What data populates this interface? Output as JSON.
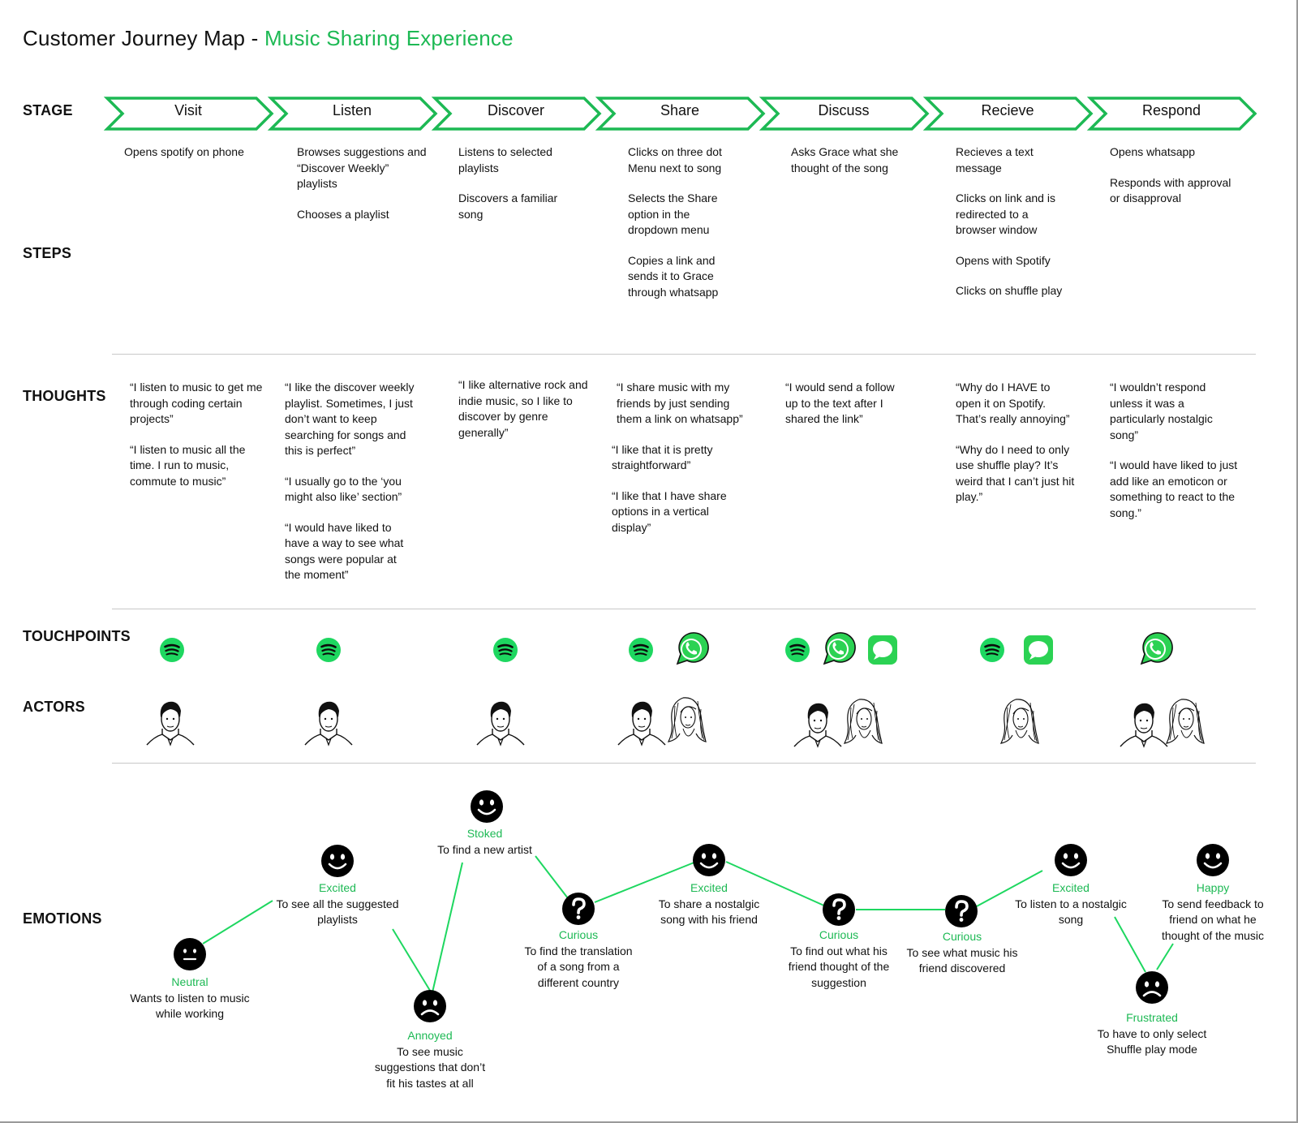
{
  "title": {
    "prefix": "Customer Journey Map - ",
    "highlight": "Music Sharing Experience"
  },
  "colors": {
    "accent": "#1db954",
    "text": "#111111",
    "divider": "#c8c8c8"
  },
  "row_labels": {
    "stage": "STAGE",
    "steps": "STEPS",
    "thoughts": "THOUGHTS",
    "touchpoints": "TOUCHPOINTS",
    "actors": "ACTORS",
    "emotions": "EMOTIONS"
  },
  "stages": [
    "Visit",
    "Listen",
    "Discover",
    "Share",
    "Discuss",
    "Recieve",
    "Respond"
  ],
  "steps": {
    "visit": [
      "Opens spotify on phone"
    ],
    "listen": [
      "Browses suggestions and “Discover Weekly” playlists",
      "Chooses a playlist"
    ],
    "discover": [
      "Listens to selected playlists",
      "Discovers a familiar song"
    ],
    "share": [
      "Clicks on three dot Menu next to song",
      "Selects the Share option in the dropdown menu",
      "Copies a link and sends it to Grace through whatsapp"
    ],
    "discuss": [
      "Asks Grace what she thought of the song"
    ],
    "recieve": [
      "Recieves a text message",
      "Clicks on link and is redirected to a browser window",
      "Opens with Spotify",
      "Clicks on shuffle play"
    ],
    "respond": [
      "Opens whatsapp",
      "Responds with approval or disapproval"
    ]
  },
  "thoughts": {
    "visit": [
      "“I  listen to music to get me through coding certain projects”",
      "“I  listen to music all the time. I run to music, commute to music”"
    ],
    "listen": [
      "“I like the discover weekly playlist. Sometimes, I just don’t want to keep searching for songs and this is perfect”",
      "“I usually go to the ‘you might also like’ section”",
      "“I would have liked to have a way to see what songs were popular at the moment”"
    ],
    "discover": [
      "“I like alternative rock and indie music, so I like to discover by genre generally”"
    ],
    "share": [
      "“I share music with my friends by just sending them a link on whatsapp”",
      "“I like that it is pretty straightforward”",
      "“I like that I have share options in a vertical display”"
    ],
    "discuss": [
      "“I would send a follow up to the text after I shared the link”"
    ],
    "recieve": [
      "“Why do I HAVE to open it on Spotify. That’s really annoying”",
      "“Why do I need to only use shuffle play? It’s weird that I can’t just hit play.”"
    ],
    "respond": [
      "“I wouldn’t respond unless it was a particularly nostalgic song”",
      "“I would have liked to just add like an emoticon or something to react to the song.”"
    ]
  },
  "touchpoints": {
    "visit": [
      "spotify-icon"
    ],
    "listen": [
      "spotify-icon"
    ],
    "discover": [
      "spotify-icon"
    ],
    "share": [
      "spotify-icon",
      "whatsapp-icon"
    ],
    "discuss": [
      "spotify-icon",
      "whatsapp-icon",
      "messages-icon"
    ],
    "recieve": [
      "spotify-icon",
      "messages-icon"
    ],
    "respond": [
      "whatsapp-icon"
    ]
  },
  "actors": {
    "visit": [
      "man-avatar"
    ],
    "listen": [
      "man-avatar"
    ],
    "discover": [
      "man-avatar"
    ],
    "share": [
      "man-avatar",
      "woman-avatar"
    ],
    "discuss": [
      "man-avatar",
      "woman-avatar"
    ],
    "recieve": [
      "woman-avatar"
    ],
    "respond": [
      "man-avatar",
      "woman-avatar"
    ]
  },
  "emotions": [
    {
      "mood": "Neutral",
      "face": "neutral-face-icon",
      "desc": "Wants to listen to music while working"
    },
    {
      "mood": "Excited",
      "face": "happy-face-icon",
      "desc": "To see all the suggested playlists"
    },
    {
      "mood": "Annoyed",
      "face": "sad-face-icon",
      "desc": "To see music suggestions that don’t fit his tastes at all"
    },
    {
      "mood": "Stoked",
      "face": "happy-face-icon",
      "desc": "To find a new artist"
    },
    {
      "mood": "Curious",
      "face": "question-face-icon",
      "desc": "To find the translation of a song from a different country"
    },
    {
      "mood": "Excited",
      "face": "happy-face-icon",
      "desc": "To share a nostalgic song with his friend"
    },
    {
      "mood": "Curious",
      "face": "question-face-icon",
      "desc": "To find out what his friend thought of the suggestion"
    },
    {
      "mood": "Curious",
      "face": "question-face-icon",
      "desc": "To see what music his friend discovered"
    },
    {
      "mood": "Excited",
      "face": "happy-face-icon",
      "desc": "To listen to a nostalgic song"
    },
    {
      "mood": "Frustrated",
      "face": "sad-face-icon",
      "desc": "To have to only select Shuffle play mode"
    },
    {
      "mood": "Happy",
      "face": "happy-face-icon",
      "desc": "To send feedback to friend on what he thought of the music"
    }
  ]
}
